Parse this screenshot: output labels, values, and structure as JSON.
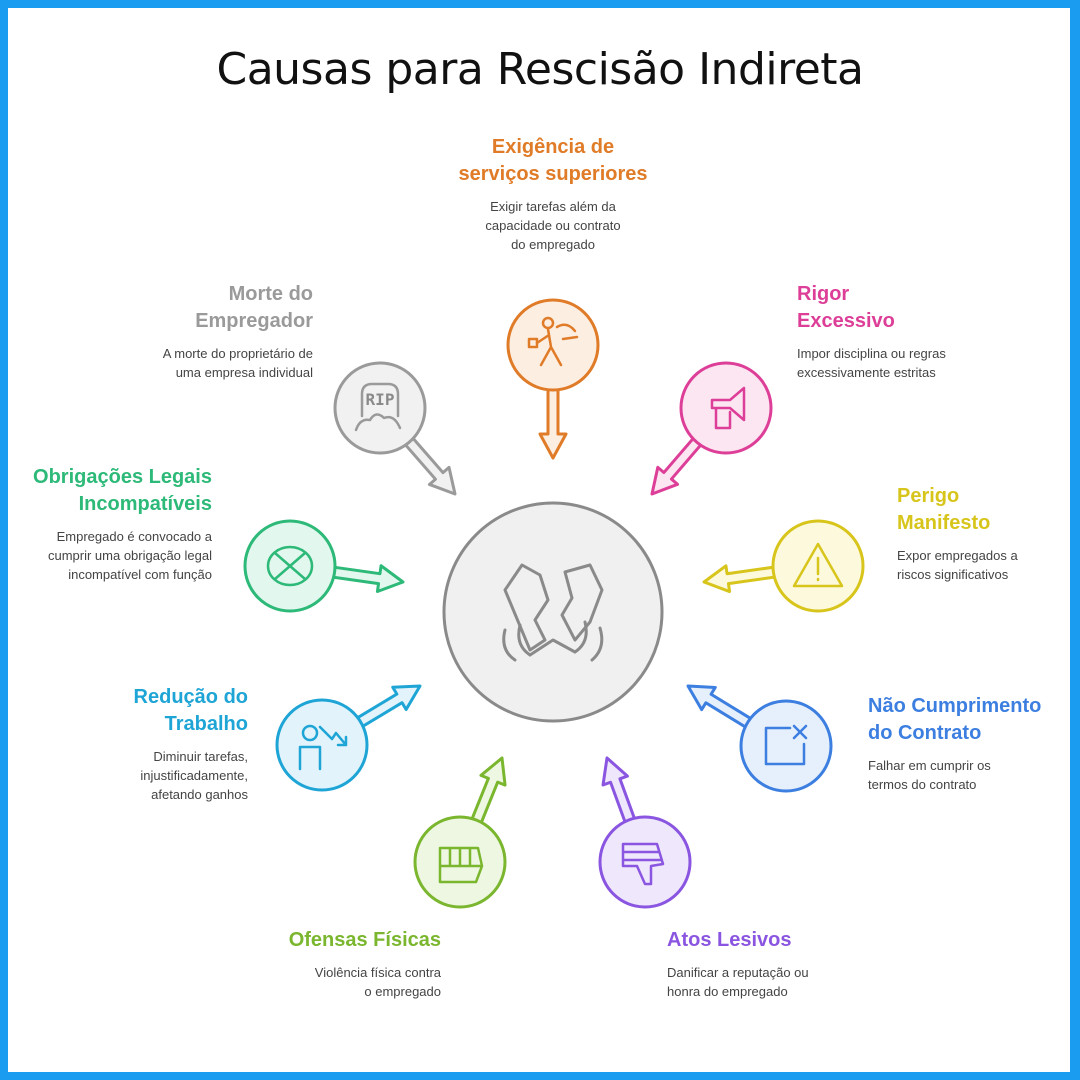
{
  "title": "Causas para Rescisão Indireta",
  "center": {
    "icon": "broken-contract-hands-icon",
    "color": "#8a8a8a"
  },
  "items": [
    {
      "id": "exigencia",
      "title_lines": [
        "Exigência de",
        "serviços superiores"
      ],
      "desc_lines": [
        "Exigir tarefas além da",
        "capacidade ou contrato",
        "do empregado"
      ],
      "color": "#e07b28",
      "fill": "#fdeee2",
      "icon": "running-person-icon"
    },
    {
      "id": "rigor",
      "title_lines": [
        "Rigor",
        "Excessivo"
      ],
      "desc_lines": [
        "Impor disciplina ou regras",
        "excessivamente estritas"
      ],
      "color": "#dd3f98",
      "fill": "#fce6f2",
      "icon": "megaphone-icon"
    },
    {
      "id": "perigo",
      "title_lines": [
        "Perigo",
        "Manifesto"
      ],
      "desc_lines": [
        "Expor empregados a",
        "riscos significativos"
      ],
      "color": "#d8c51c",
      "fill": "#fdf9dc",
      "icon": "warning-icon"
    },
    {
      "id": "nao-cumprimento",
      "title_lines": [
        "Não Cumprimento",
        "do Contrato"
      ],
      "desc_lines": [
        "Falhar em cumprir os",
        "termos do contrato"
      ],
      "color": "#3c7fe0",
      "fill": "#e6effc",
      "icon": "document-x-icon"
    },
    {
      "id": "atos",
      "title_lines": [
        "Atos Lesivos"
      ],
      "desc_lines": [
        "Danificar a reputação ou",
        "honra do empregado"
      ],
      "color": "#8a55e0",
      "fill": "#efe7fc",
      "icon": "thumbs-down-icon"
    },
    {
      "id": "ofensas",
      "title_lines": [
        "Ofensas Físicas"
      ],
      "desc_lines": [
        "Violência física contra",
        "o empregado"
      ],
      "color": "#7ab62e",
      "fill": "#eef7e2",
      "icon": "fist-icon"
    },
    {
      "id": "reducao",
      "title_lines": [
        "Redução do",
        "Trabalho"
      ],
      "desc_lines": [
        "Diminuir tarefas,",
        "injustificadamente,",
        "afetando ganhos"
      ],
      "color": "#1ea5d6",
      "fill": "#e2f3fb",
      "icon": "person-decline-icon"
    },
    {
      "id": "obrigacoes",
      "title_lines": [
        "Obrigações Legais",
        "Incompatíveis"
      ],
      "desc_lines": [
        "Empregado é convocado a",
        "cumprir uma obrigação legal",
        "incompatível com função"
      ],
      "color": "#2db978",
      "fill": "#e2f7ee",
      "icon": "circle-x-icon"
    },
    {
      "id": "morte",
      "title_lines": [
        "Morte do",
        "Empregador"
      ],
      "desc_lines": [
        "A morte do proprietário de",
        "uma empresa individual"
      ],
      "color": "#9a9a9a",
      "fill": "#f1f1f1",
      "icon": "tombstone-icon",
      "icon_text": "RIP"
    }
  ]
}
